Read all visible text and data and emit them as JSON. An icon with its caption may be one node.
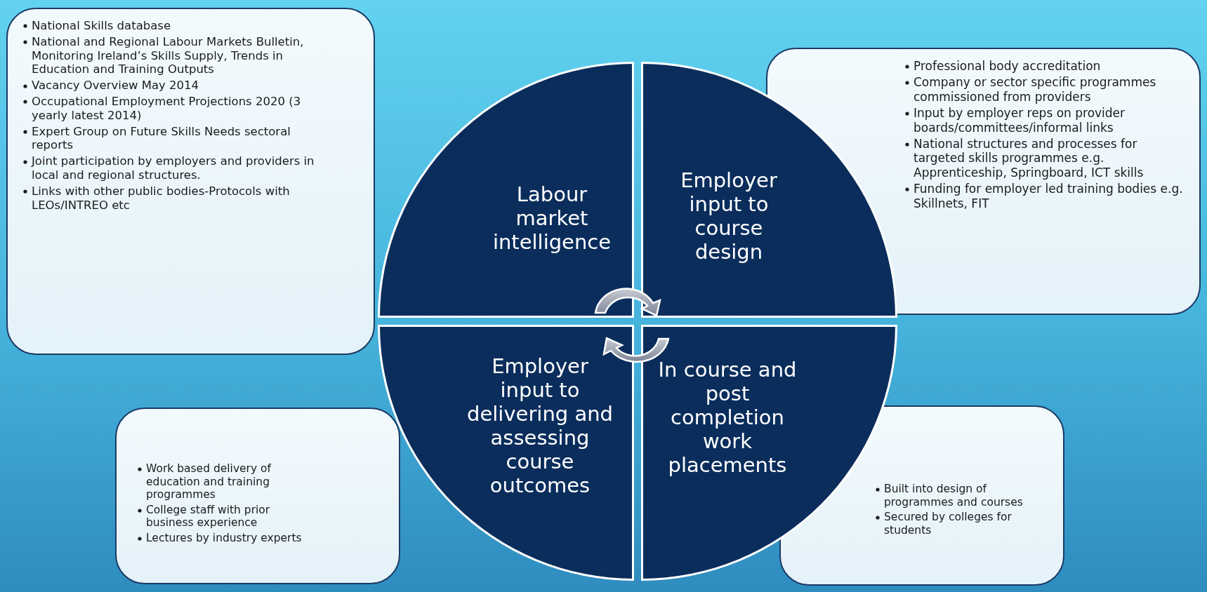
{
  "diagram": {
    "nodes": [
      {
        "text": [
          "National Skills database",
          "National and Regional Labour Markets Bulletin, Monitoring Ireland’s Skills Supply, Trends in Education and Training Outputs",
          "Vacancy Overview May 2014",
          "Occupational Employment Projections 2020 (3 yearly latest 2014)",
          "Expert Group on Future Skills Needs sectoral reports",
          "Joint participation by employers and providers in local and regional structures.",
          "Links with other public bodies-Protocols with LEOs/INTREO etc"
        ]
      },
      {
        "text": [
          "Labour market intelligence"
        ]
      },
      {
        "text": [
          "Employer input to course design"
        ]
      },
      {
        "text": [
          "Professional body accreditation",
          "Company or sector specific programmes commissioned from providers",
          "Input by employer reps on provider boards/committees/informal links",
          "National structures and processes for targeted skills programmes e.g. Apprenticeship, Springboard, ICT skills",
          "Funding for employer led training bodies e.g. Skillnets, FIT"
        ]
      },
      {
        "text": [
          "Employer input to delivering and assessing course outcomes"
        ]
      },
      {
        "text": [
          "In course and post completion work placements"
        ]
      },
      {
        "text": [
          "Work based delivery of education and training programmes",
          "College staff with prior business experience",
          "Lectures by industry experts"
        ]
      },
      {
        "text": [
          "Built into design of programmes and courses",
          "Secured by colleges for students"
        ]
      }
    ]
  }
}
